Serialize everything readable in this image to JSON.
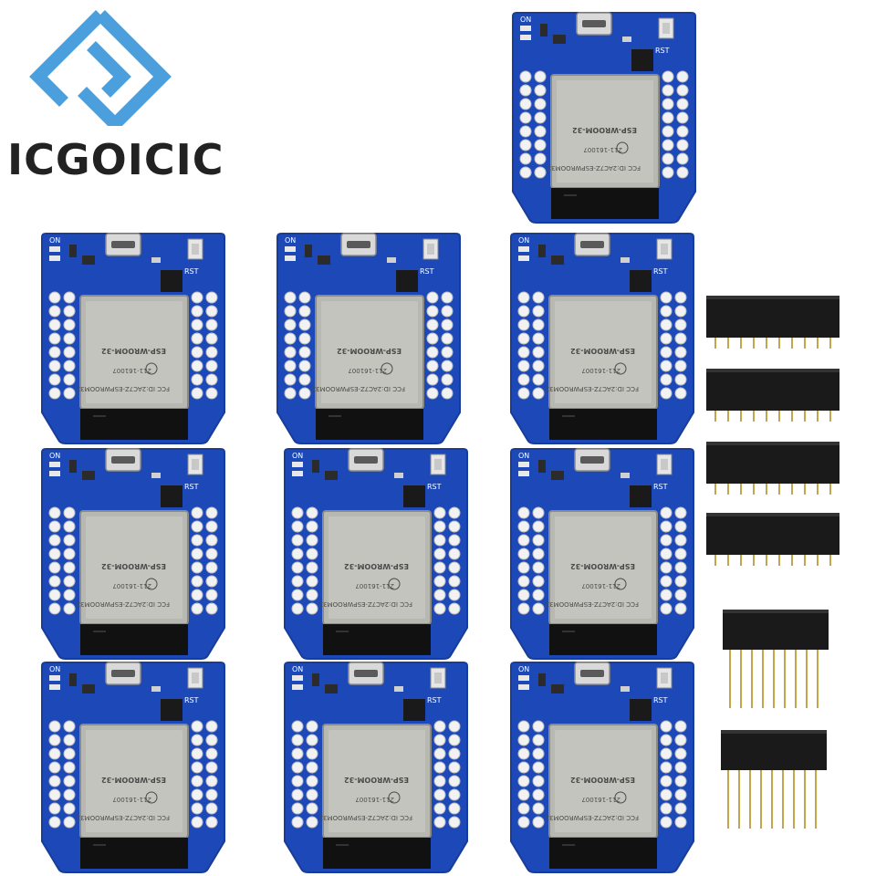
{
  "brand": {
    "name": "ICGOICIC",
    "logo_icon": "brand-logo-icon",
    "logo_color": "#4a9fdc"
  },
  "board": {
    "module_model": "ESP-WROOM-32",
    "fcc_line": "FCC ID:2AC7Z-ESPWROOM32",
    "id_line": "211-161007",
    "rst_label": "RST",
    "on_label": "ON",
    "pcb_color": "#1d49b8",
    "shield_color": "#b8b8b3"
  },
  "header_strip": {
    "housing_color": "#1a1a1a",
    "pin_color": "#c4a64a"
  },
  "colors": {
    "background": "#ffffff"
  }
}
